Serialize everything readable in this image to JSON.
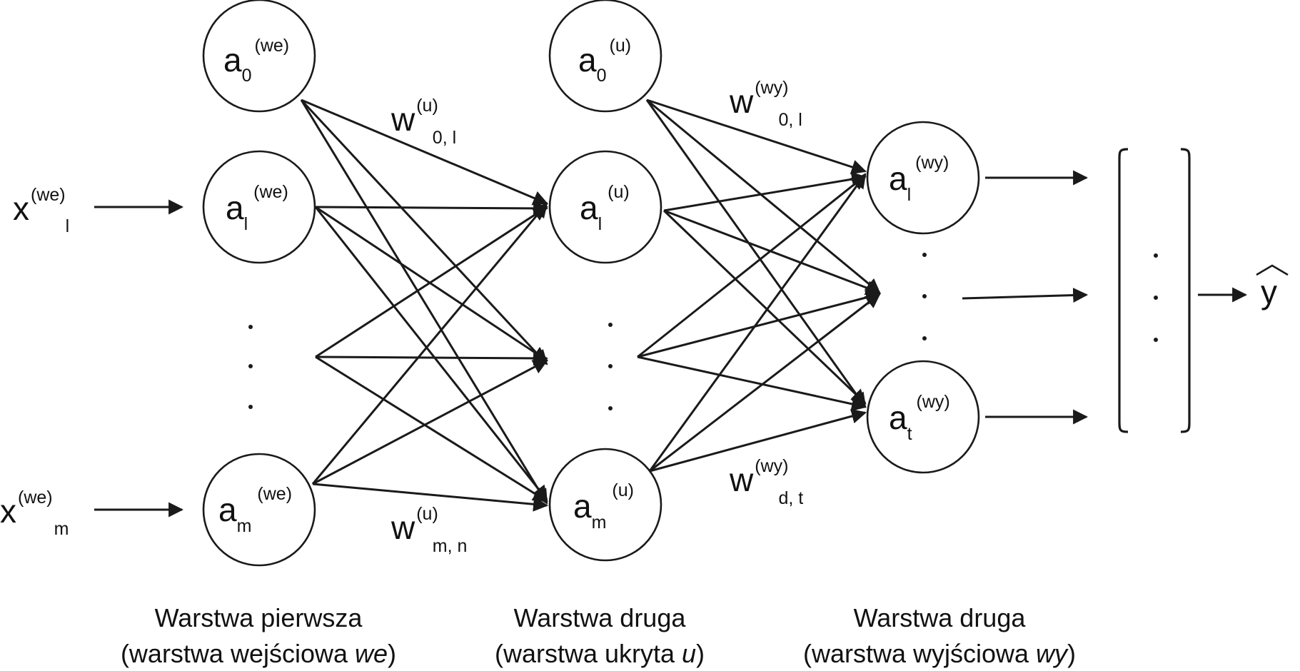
{
  "colors": {
    "stroke": "#1a1a1a",
    "text": "#111111",
    "background": "#ffffff"
  },
  "nodes": {
    "in_0": {
      "base": "a",
      "sub": "0",
      "sup": "(we)"
    },
    "in_l": {
      "base": "a",
      "sub": "l",
      "sup": "(we)"
    },
    "in_m": {
      "base": "a",
      "sub": "m",
      "sup": "(we)"
    },
    "hid_0": {
      "base": "a",
      "sub": "0",
      "sup": "(u)"
    },
    "hid_l": {
      "base": "a",
      "sub": "l",
      "sup": "(u)"
    },
    "hid_m": {
      "base": "a",
      "sub": "m",
      "sup": "(u)"
    },
    "out_l": {
      "base": "a",
      "sub": "l",
      "sup": "(wy)"
    },
    "out_t": {
      "base": "a",
      "sub": "t",
      "sup": "(wy)"
    }
  },
  "inputs": {
    "x_l": {
      "base": "x",
      "sup": "(we)",
      "sub": "l"
    },
    "x_m": {
      "base": "x",
      "sup": "(we)",
      "sub": "m"
    }
  },
  "weights": {
    "w_u_0l": {
      "base": "w",
      "sup": "(u)",
      "sub": "0, l"
    },
    "w_u_mn": {
      "base": "w",
      "sup": "(u)",
      "sub": "m, n"
    },
    "w_wy_0l": {
      "base": "w",
      "sup": "(wy)",
      "sub": "0, l"
    },
    "w_wy_dt": {
      "base": "w",
      "sup": "(wy)",
      "sub": "d, t"
    }
  },
  "output_label": "y",
  "captions": {
    "layer1": {
      "line1": "Warstwa pierwsza",
      "line2_prefix": "(warstwa wejściowa ",
      "line2_italic": "we",
      "line2_suffix": ")"
    },
    "layer2": {
      "line1": "Warstwa druga",
      "line2_prefix": "(warstwa ukryta ",
      "line2_italic": "u",
      "line2_suffix": ")"
    },
    "layer3": {
      "line1": "Warstwa druga",
      "line2_prefix": "(warstwa wyjściowa ",
      "line2_italic": "wy",
      "line2_suffix": ")"
    }
  }
}
